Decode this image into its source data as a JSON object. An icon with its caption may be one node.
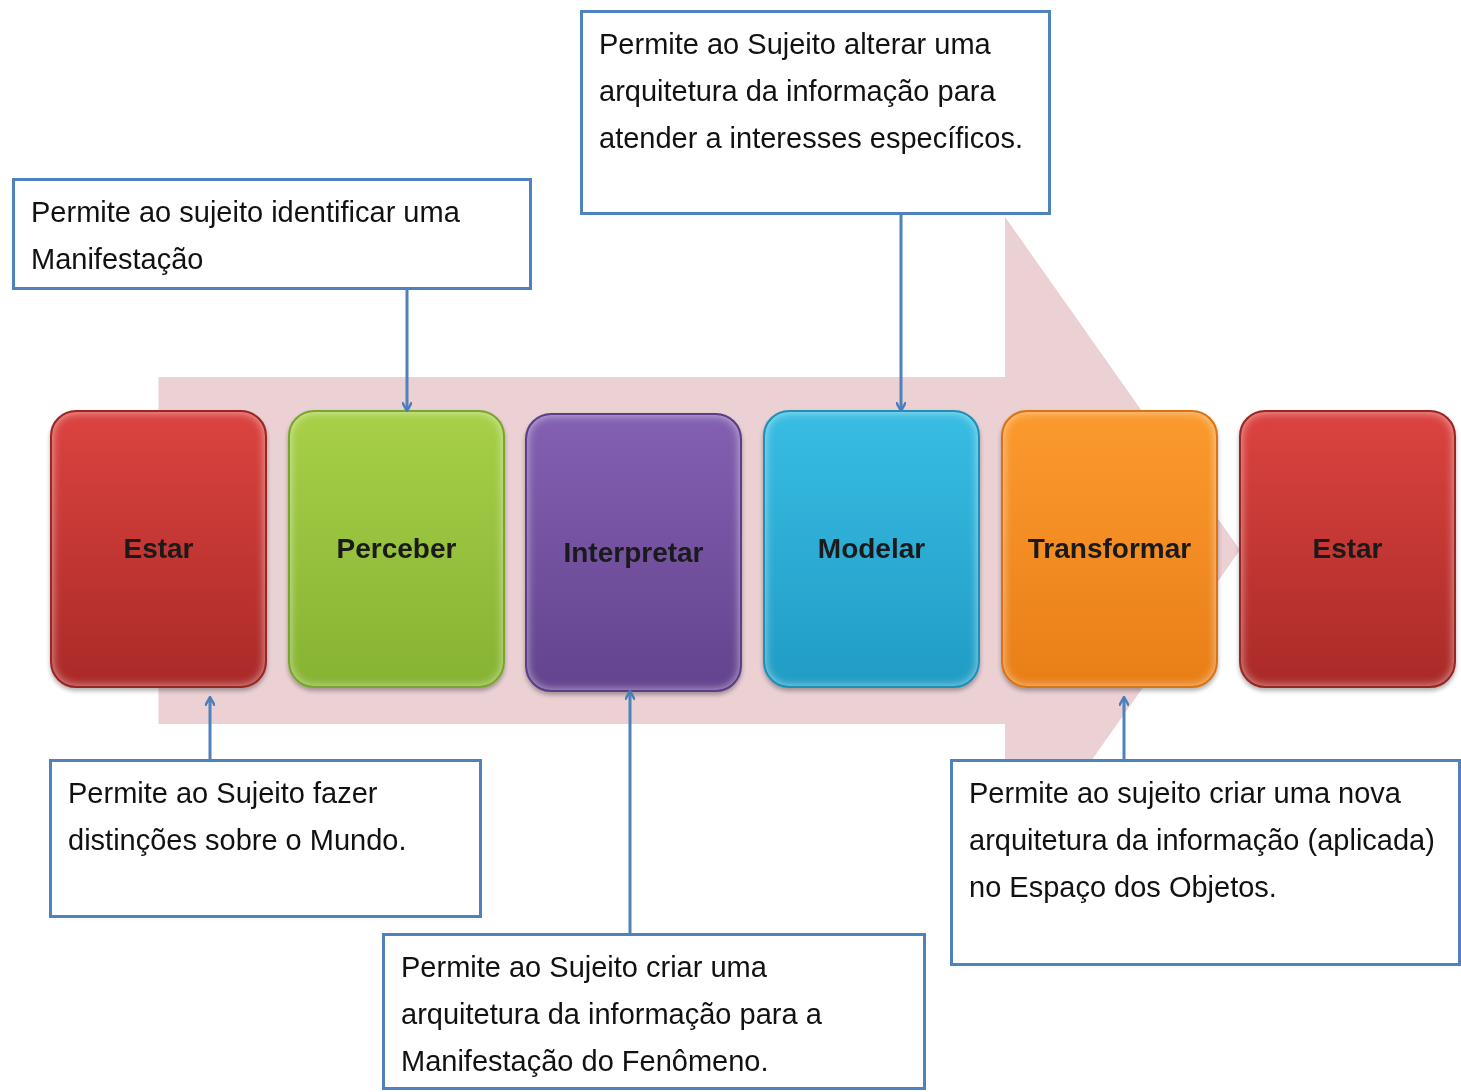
{
  "diagram": {
    "nodes": [
      {
        "text": [
          "Estar"
        ]
      },
      {
        "text": [
          "Perceber"
        ]
      },
      {
        "text": [
          "Interpretar"
        ]
      },
      {
        "text": [
          "Modelar"
        ]
      },
      {
        "text": [
          "Transformar"
        ]
      },
      {
        "text": [
          "Estar"
        ]
      },
      {
        "text": [
          "Permite ao sujeito identificar uma Manifestação"
        ]
      },
      {
        "text": [
          "Permite ao Sujeito alterar uma arquitetura da informação para atender a interesses específicos."
        ]
      },
      {
        "text": [
          "Permite ao Sujeito fazer distinções sobre o Mundo."
        ]
      },
      {
        "text": [
          "Permite ao Sujeito criar uma arquitetura da informação para a Manifestação do Fenômeno."
        ]
      },
      {
        "text": [
          "Permite ao sujeito criar uma nova arquitetura da informação (aplicada)  no Espaço dos Objetos."
        ]
      }
    ],
    "edges": [
      {
        "from": 6,
        "to": 1,
        "arrow": "to"
      },
      {
        "from": 7,
        "to": 3,
        "arrow": "to"
      },
      {
        "from": 8,
        "to": 0,
        "arrow": "to"
      },
      {
        "from": 9,
        "to": 2,
        "arrow": "to"
      },
      {
        "from": 10,
        "to": 4,
        "arrow": "to"
      },
      {
        "from": 0,
        "to": 5,
        "arrow": "to",
        "style": "thick",
        "color": "#e8c8cc"
      }
    ]
  }
}
